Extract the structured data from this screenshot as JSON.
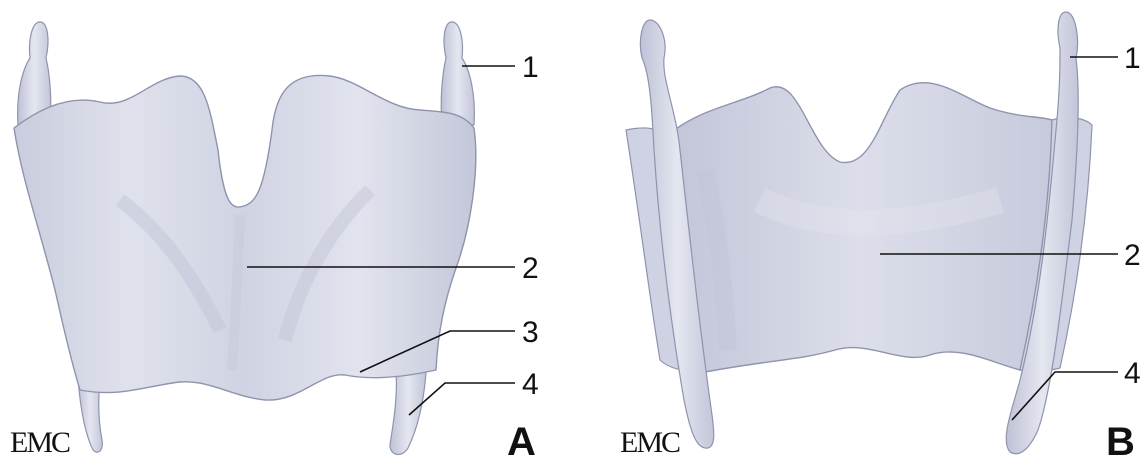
{
  "panels": [
    {
      "letter": "A",
      "logo": "EMC",
      "callouts": [
        "1",
        "2",
        "3",
        "4"
      ]
    },
    {
      "letter": "B",
      "logo": "EMC",
      "callouts": [
        "1",
        "2",
        "4"
      ]
    }
  ],
  "colors": {
    "cartilage_fill": "#dadcea",
    "cartilage_shadow": "#bfc2d6",
    "cartilage_outline": "#8f93ad",
    "ink": "#111111"
  }
}
